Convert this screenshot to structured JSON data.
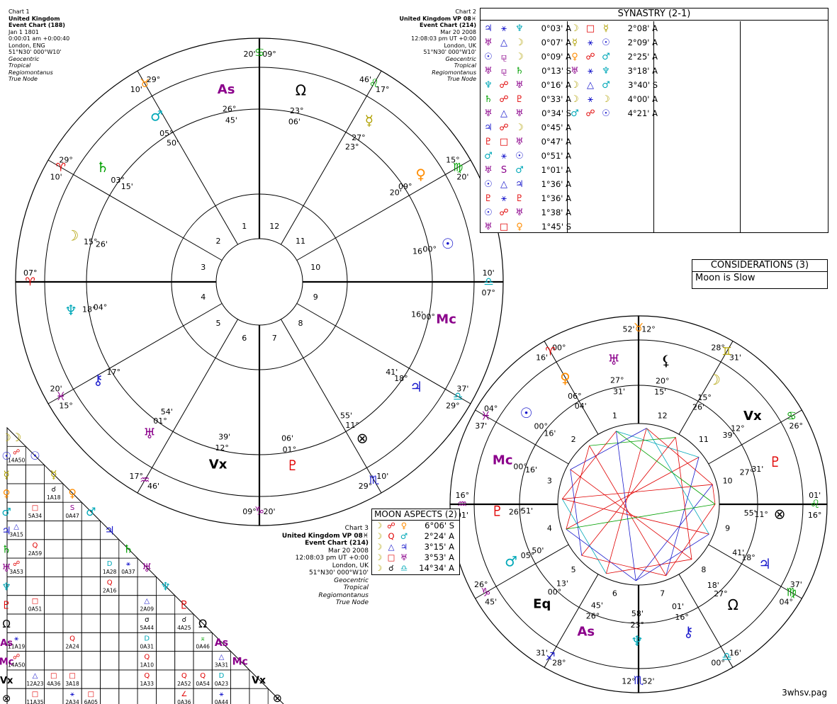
{
  "chart1": {
    "lines": [
      "Chart 1",
      "United Kingdom",
      "Event Chart (188)",
      "Jan 1 1801",
      "0:00:01 am  +0:00:40",
      "London, ENG",
      "51°N30' 000°W10'",
      "Geocentric",
      "Tropical",
      "Regiomontanus",
      "True Node"
    ]
  },
  "chart2": {
    "lines": [
      "Chart 2",
      "United Kingdom VP 08♓",
      "Event Chart (214)",
      "Mar 20 2008",
      "12:08:03 pm  UT +0:00",
      "London, UK",
      "51°N30' 000°W10'",
      "Geocentric",
      "Tropical",
      "Regiomontanus",
      "True Node"
    ]
  },
  "chart3": {
    "lines": [
      "Chart 3",
      "United Kingdom VP 08♓",
      "Event Chart (214)",
      "Mar 20 2008",
      "12:08:03 pm  UT +0:00",
      "London, UK",
      "51°N30' 000°W10'",
      "Geocentric",
      "Tropical",
      "Regiomontanus",
      "True Node"
    ]
  },
  "synastry": {
    "title": "SYNASTRY (2-1)",
    "col1": [
      [
        "♃",
        "⚹",
        "♆",
        "0°03' A"
      ],
      [
        "♅",
        "△",
        "☽",
        "0°07' A"
      ],
      [
        "☉",
        "⚼",
        "☽",
        "0°09' A"
      ],
      [
        "♅",
        "⚼",
        "♄",
        "0°13' S"
      ],
      [
        "♆",
        "☍",
        "♅",
        "0°16' A"
      ],
      [
        "♄",
        "☍",
        "♇",
        "0°33' A"
      ],
      [
        "♅",
        "△",
        "♅",
        "0°34' S"
      ],
      [
        "♃",
        "☍",
        "☽",
        "0°45' A"
      ],
      [
        "♇",
        "□",
        "♅",
        "0°47' A"
      ],
      [
        "♂",
        "⚹",
        "☉",
        "0°51' A"
      ],
      [
        "♅",
        "S",
        "♂",
        "1°01' A"
      ],
      [
        "☉",
        "△",
        "♃",
        "1°36' A"
      ],
      [
        "♇",
        "⚹",
        "♇",
        "1°36' A"
      ],
      [
        "☉",
        "☍",
        "♅",
        "1°38' A"
      ],
      [
        "♅",
        "□",
        "♀",
        "1°45' S"
      ]
    ],
    "col2": [
      [
        "☽",
        "□",
        "☿",
        "2°08' A"
      ],
      [
        "☿",
        "⚹",
        "☉",
        "2°09' A"
      ],
      [
        "♀",
        "☍",
        "♂",
        "2°25' A"
      ],
      [
        "♅",
        "⚹",
        "♆",
        "3°18' A"
      ],
      [
        "☽",
        "△",
        "♂",
        "3°40' S"
      ],
      [
        "☽",
        "⚹",
        "☽",
        "4°00' A"
      ],
      [
        "♂",
        "☍",
        "☉",
        "4°21' A"
      ]
    ]
  },
  "considerations": {
    "title": "CONSIDERATIONS (3)",
    "items": [
      "Moon is Slow"
    ]
  },
  "moon_aspects": {
    "title": "MOON ASPECTS (2)",
    "rows": [
      [
        "☽",
        "☍",
        "♀",
        "6°06' S"
      ],
      [
        "☽",
        "Q",
        "♂",
        "2°24' A"
      ],
      [
        "☽",
        "△",
        "♃",
        "3°15' A"
      ],
      [
        "☽",
        "□",
        "♅",
        "3°53' A"
      ],
      [
        "☽",
        "☌",
        "♎",
        "14°34' A"
      ]
    ]
  },
  "wheel1": {
    "cusps": [
      [
        "09°",
        "♋",
        "20'"
      ],
      [
        "29°",
        "♉",
        "10'"
      ],
      [
        "29°",
        "♈",
        "10'"
      ],
      [
        "07°",
        "♈",
        ""
      ],
      [
        "20'",
        "♓",
        "15°"
      ],
      [
        "17°",
        "♒",
        "46'"
      ],
      [
        "09°",
        "♑",
        "20'"
      ],
      [
        "29°",
        "♏",
        "10'"
      ],
      [
        "29°",
        "♎",
        "37'"
      ],
      [
        "07°",
        "♎",
        "10'"
      ],
      [
        "20'",
        "♍",
        "15°"
      ],
      [
        "17°",
        "♌",
        "46'"
      ]
    ],
    "houses": [
      "1",
      "2",
      "3",
      "4",
      "5",
      "6",
      "7",
      "8",
      "9",
      "10",
      "11",
      "12"
    ],
    "planets": [
      {
        "g": "As",
        "deg": "26°",
        "min": "45'"
      },
      {
        "g": "♂",
        "deg": "05°",
        "min": "50'"
      },
      {
        "g": "♄",
        "deg": "03°",
        "min": "15'"
      },
      {
        "g": "☽",
        "deg": "15°",
        "min": "26'"
      },
      {
        "g": "♆",
        "deg": "18°",
        "min": "04°"
      },
      {
        "g": "⚷",
        "deg": "17°",
        "min": ""
      },
      {
        "g": "♅",
        "deg": "01°",
        "min": "54'"
      },
      {
        "g": "Vx",
        "deg": "12°",
        "min": "39'"
      },
      {
        "g": "♇",
        "deg": "01°",
        "min": "06'"
      },
      {
        "g": "⊗",
        "deg": "11°",
        "min": "55'"
      },
      {
        "g": "♃",
        "deg": "18°",
        "min": "41'"
      },
      {
        "g": "Mc",
        "deg": "00°",
        "min": "16'"
      },
      {
        "g": "☉",
        "deg": "00°",
        "min": "16'"
      },
      {
        "g": "♀",
        "deg": "09°",
        "min": "20'"
      },
      {
        "g": "☿",
        "deg": "27°",
        "min": "23°"
      },
      {
        "g": "Ω",
        "deg": "23°",
        "min": "06'"
      }
    ]
  },
  "wheel3": {
    "cusps": [
      [
        "12°",
        "♉",
        "52'"
      ],
      [
        "00°",
        "♈",
        "16'"
      ],
      [
        "04°",
        "♓",
        "37'"
      ],
      [
        "16°",
        "♒",
        "01'"
      ],
      [
        "26°",
        "♑",
        "45'"
      ],
      [
        "31'",
        "♐",
        "28°"
      ],
      [
        "12°",
        "♏",
        "52'"
      ],
      [
        "00°",
        "♎",
        "16'"
      ],
      [
        "04°",
        "♍",
        "37'"
      ],
      [
        "16°",
        "♌",
        "01'"
      ],
      [
        "26°",
        "♋",
        ""
      ],
      [
        "31'",
        "♊",
        "28°"
      ]
    ],
    "houses": [
      "1",
      "2",
      "3",
      "4",
      "5",
      "6",
      "7",
      "8",
      "9",
      "10",
      "11",
      "12"
    ],
    "planets": [
      {
        "g": "♅",
        "deg": "27°",
        "min": "31'"
      },
      {
        "g": "♀",
        "deg": "06°",
        "min": "04'"
      },
      {
        "g": "☉",
        "deg": "00°",
        "min": "16'"
      },
      {
        "g": "Mc",
        "deg": "00°",
        "min": "16'"
      },
      {
        "g": "♇",
        "deg": "26°",
        "min": "51'"
      },
      {
        "g": "♂",
        "deg": "05°",
        "min": "50'"
      },
      {
        "g": "Eq",
        "deg": "00°",
        "min": "13'"
      },
      {
        "g": "As",
        "deg": "26°",
        "min": "45'"
      },
      {
        "g": "♆",
        "deg": "23°",
        "min": "58'"
      },
      {
        "g": "⚷",
        "deg": "16°",
        "min": "01'"
      },
      {
        "g": "Ω",
        "deg": "27°",
        "min": "18'"
      },
      {
        "g": "♃",
        "deg": "18°",
        "min": "41'"
      },
      {
        "g": "⊗",
        "deg": "11°",
        "min": "55'"
      },
      {
        "g": "♇",
        "deg": "31'",
        "min": "27°"
      },
      {
        "g": "Vx",
        "deg": "12°",
        "min": "39'"
      },
      {
        "g": "☽",
        "deg": "15°",
        "min": "26'"
      },
      {
        "g": "⚸",
        "deg": "20°",
        "min": "15'"
      }
    ]
  },
  "grid": {
    "glyphs": [
      "☽",
      "☉",
      "☿",
      "♀",
      "♂",
      "♃",
      "♄",
      "♅",
      "♆",
      "♇",
      "Ω",
      "As",
      "Mc",
      "Vx",
      "⊗"
    ],
    "cells": [
      [
        1,
        0,
        "☍",
        "14A50"
      ],
      [
        3,
        2,
        "☌",
        "1A18"
      ],
      [
        4,
        1,
        "□",
        "5A34"
      ],
      [
        4,
        3,
        "S",
        "0A47"
      ],
      [
        5,
        0,
        "△",
        "3A15"
      ],
      [
        6,
        1,
        "Q",
        "2A59"
      ],
      [
        7,
        0,
        "☍",
        "3A53"
      ],
      [
        7,
        5,
        "D",
        "1A28"
      ],
      [
        7,
        6,
        "⚹",
        "0A37"
      ],
      [
        8,
        5,
        "Q",
        "2A16"
      ],
      [
        9,
        1,
        "□",
        "0A51"
      ],
      [
        9,
        7,
        "△",
        "2A09"
      ],
      [
        10,
        7,
        "σ",
        "5A44"
      ],
      [
        10,
        9,
        "☌",
        "4A25"
      ],
      [
        11,
        0,
        "⚹",
        "11A19"
      ],
      [
        11,
        3,
        "Q",
        "2A24"
      ],
      [
        11,
        7,
        "D",
        "0A31"
      ],
      [
        11,
        10,
        "⌅",
        "0A46"
      ],
      [
        12,
        0,
        "☍",
        "14A50"
      ],
      [
        12,
        7,
        "Q",
        "1A10"
      ],
      [
        12,
        11,
        "△",
        "3A31"
      ],
      [
        13,
        1,
        "△",
        "12A23"
      ],
      [
        13,
        2,
        "□",
        "4A36"
      ],
      [
        13,
        3,
        "□",
        "3A18"
      ],
      [
        13,
        7,
        "Q",
        "1A33"
      ],
      [
        13,
        9,
        "Q",
        "2A52"
      ],
      [
        13,
        10,
        "Q",
        "0A54"
      ],
      [
        13,
        11,
        "D",
        "0A23"
      ],
      [
        14,
        1,
        "□",
        "11A35"
      ],
      [
        14,
        3,
        "⚹",
        "2A34"
      ],
      [
        14,
        4,
        "□",
        "6A05"
      ],
      [
        14,
        9,
        "∠",
        "0A36"
      ],
      [
        14,
        11,
        "⚹",
        "0A44"
      ]
    ]
  },
  "footer": "3whsv.pag",
  "colors": {
    "red": "#e00000",
    "blue": "#1a1acc",
    "green": "#00a000",
    "cyan": "#00a8b8",
    "purple": "#8b008b",
    "orange": "#ff8c00",
    "yellow": "#c8c800",
    "olive": "#b0a000"
  }
}
